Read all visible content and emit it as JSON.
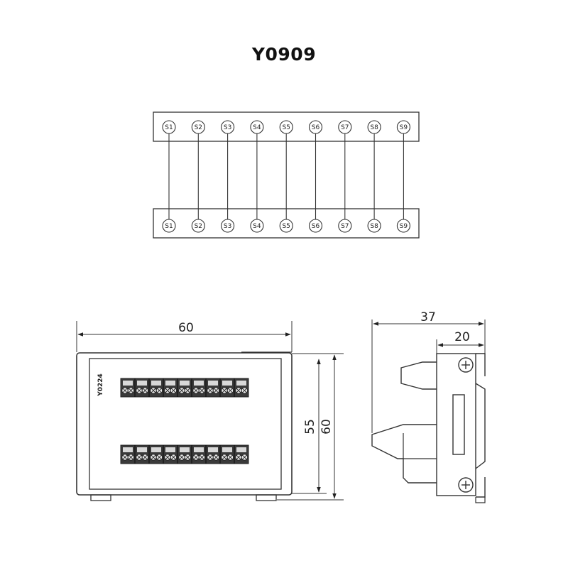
{
  "title": "Y0909",
  "schematic": {
    "top_labels": [
      "S1",
      "S2",
      "S3",
      "S4",
      "S5",
      "S6",
      "S7",
      "S8",
      "S9"
    ],
    "bottom_labels": [
      "S1",
      "S2",
      "S3",
      "S4",
      "S5",
      "S6",
      "S7",
      "S8",
      "S9"
    ]
  },
  "front_view": {
    "model_label": "Y0224",
    "width_dim": "60",
    "inner_height_dim": "55",
    "outer_height_dim": "60",
    "terminals_per_row": 9
  },
  "side_view": {
    "overall_depth_dim": "37",
    "base_depth_dim": "20"
  }
}
